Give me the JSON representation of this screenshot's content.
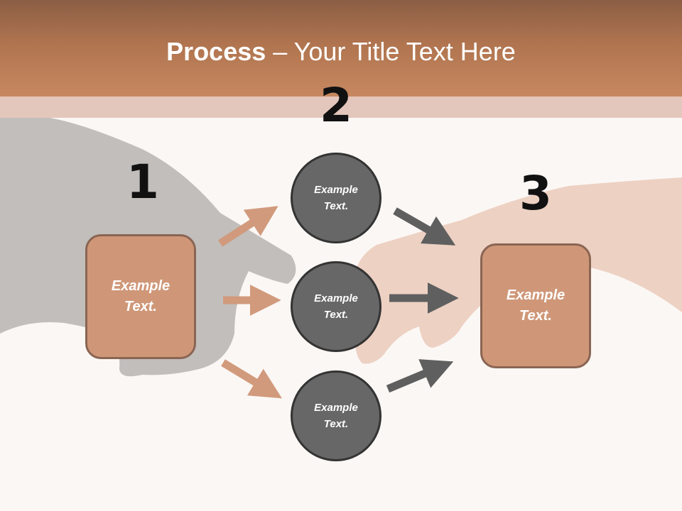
{
  "header": {
    "title_bold": "Process",
    "title_rest": " – Your Title Text Here"
  },
  "steps": {
    "step1_number": "1",
    "step2_number": "2",
    "step3_number": "3"
  },
  "left_box": {
    "line1": "Example",
    "line2": "Text."
  },
  "right_box": {
    "line1": "Example",
    "line2": "Text."
  },
  "circles": [
    {
      "line1": "Example",
      "line2": "Text."
    },
    {
      "line1": "Example",
      "line2": "Text."
    },
    {
      "line1": "Example",
      "line2": "Text."
    }
  ],
  "colors": {
    "header": "#b0744f",
    "box_fill": "#cf9778",
    "circle_fill": "#676767",
    "arrow_orange": "#d19a7c",
    "arrow_gray": "#5f5f5f"
  }
}
